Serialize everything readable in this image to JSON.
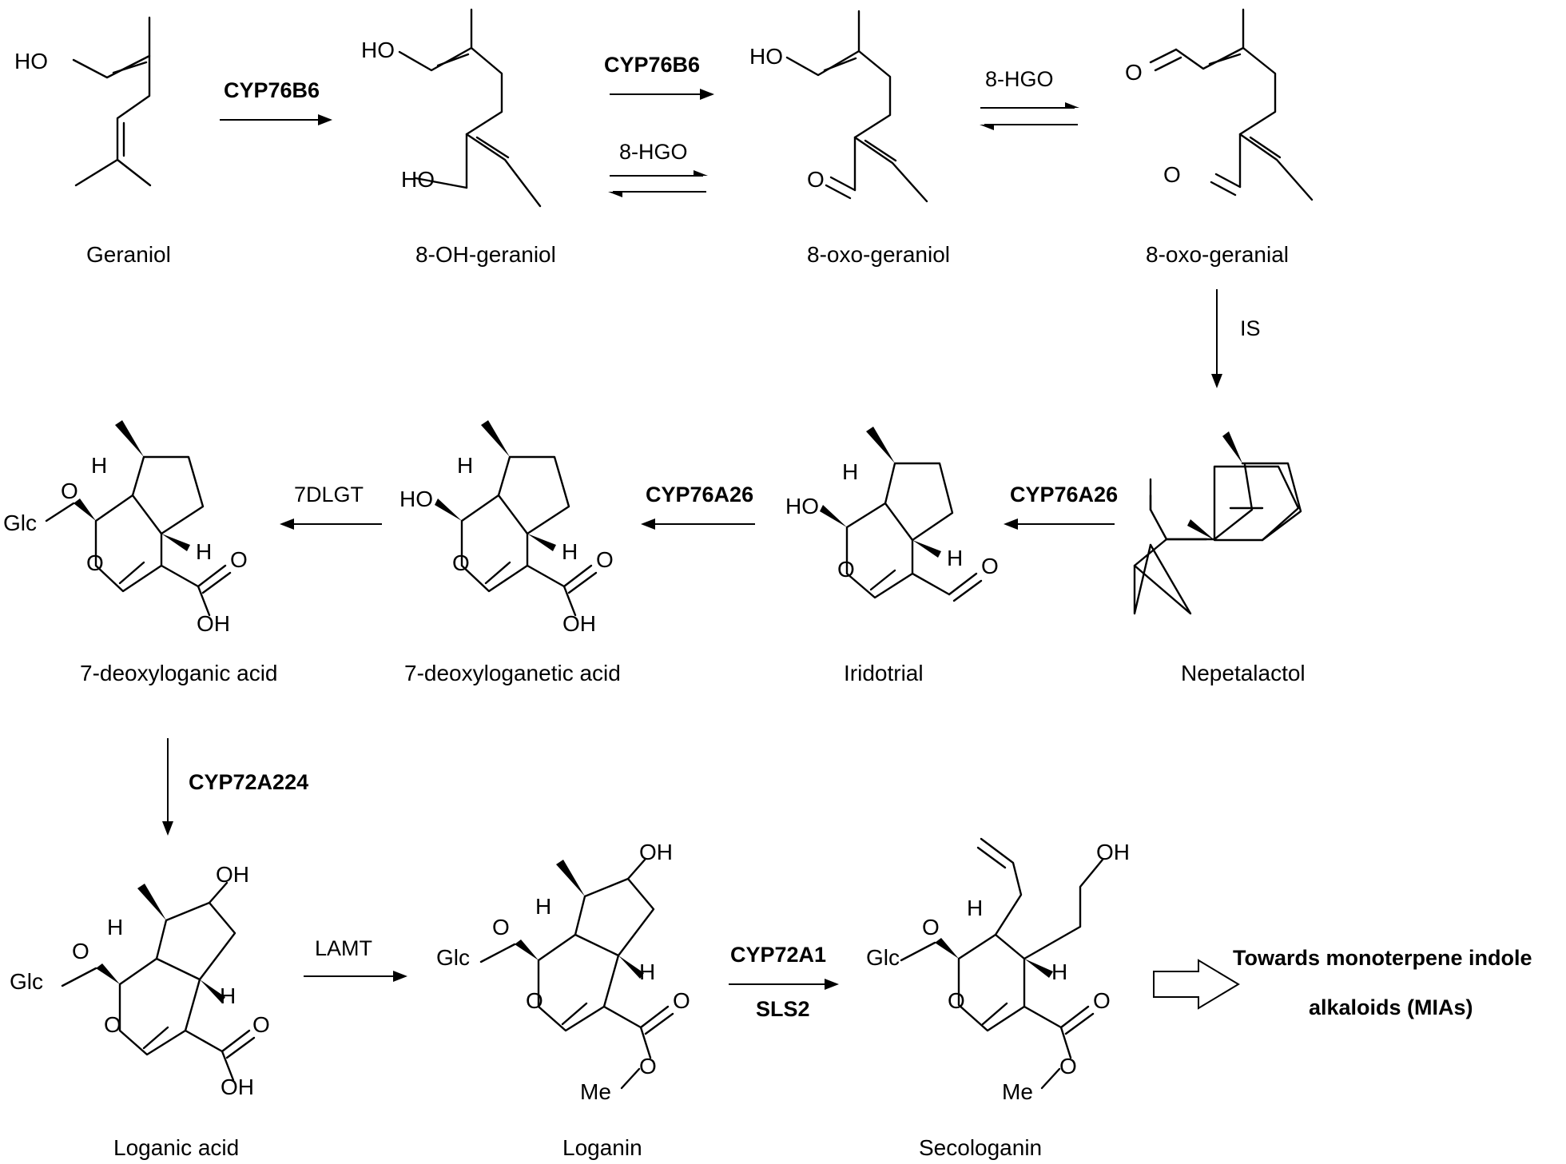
{
  "compounds": {
    "geraniol": "Geraniol",
    "oh_geraniol": "8-OH-geraniol",
    "oxo_geraniol": "8-oxo-geraniol",
    "oxo_geranial": "8-oxo-geranial",
    "nepetalactol": "Nepetalactol",
    "iridotrial": "Iridotrial",
    "deoxyloganetic_acid": "7-deoxyloganetic acid",
    "deoxyloganic_acid": "7-deoxyloganic acid",
    "loganic_acid": "Loganic acid",
    "loganin": "Loganin",
    "secologanin": "Secologanin"
  },
  "enzymes": {
    "cyp76b6": "CYP76B6",
    "hgo": "8-HGO",
    "is": "IS",
    "cyp76a26": "CYP76A26",
    "dlgt": "7DLGT",
    "cyp72a224": "CYP72A224",
    "lamt": "LAMT",
    "cyp72a1": "CYP72A1",
    "sls2": "SLS2"
  },
  "atoms": {
    "ho": "HO",
    "oh": "OH",
    "o": "O",
    "h": "H",
    "glc": "Glc",
    "me": "Me"
  },
  "outcome": {
    "line1": "Towards monoterpene indole",
    "line2": "alkaloids (MIAs)"
  }
}
